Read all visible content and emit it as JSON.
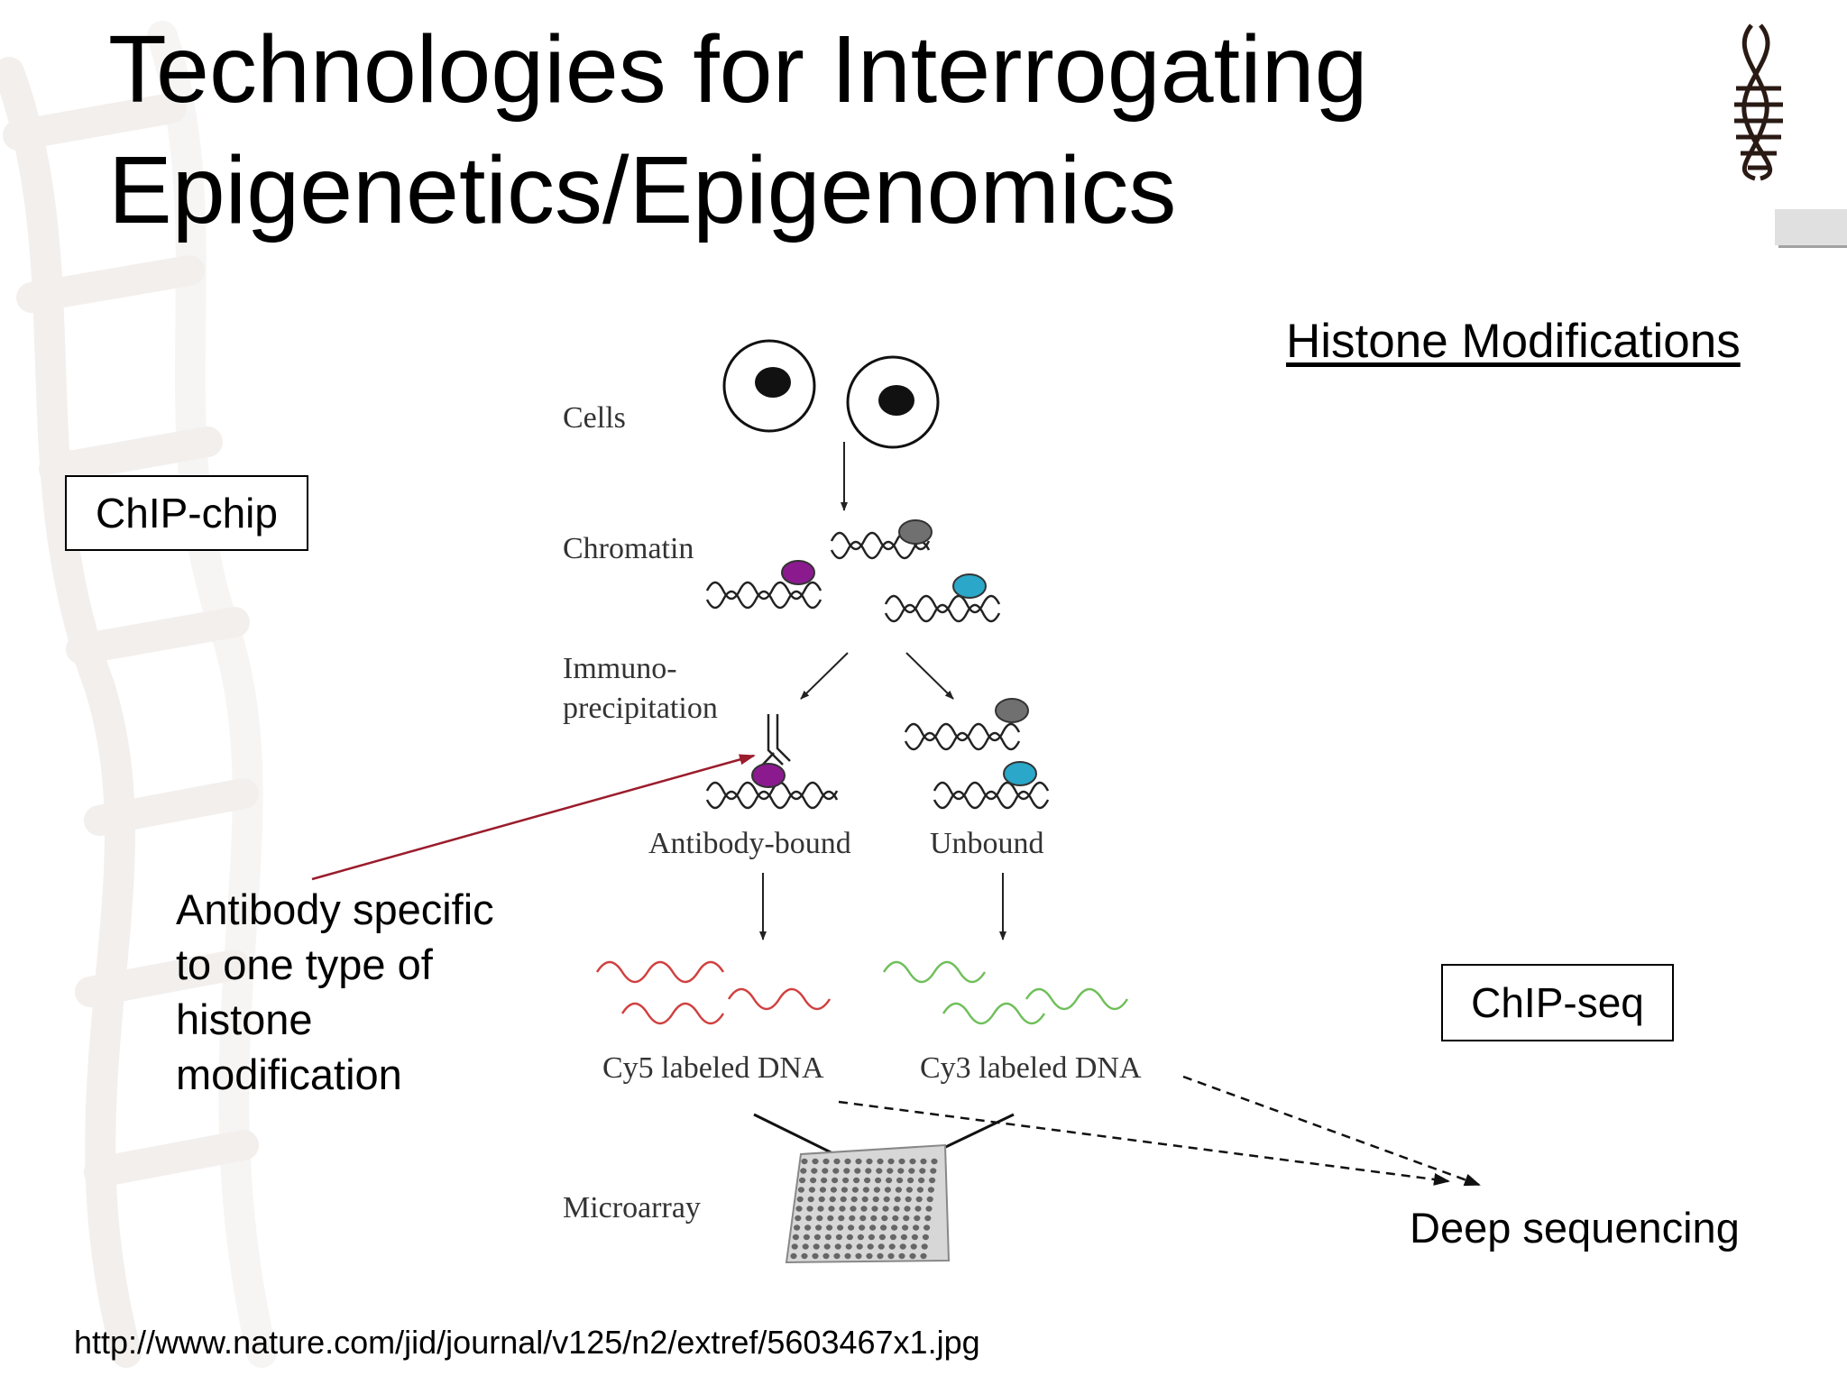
{
  "slide": {
    "title_line1": "Technologies for Interrogating",
    "title_line2": "Epigenetics/Epigenomics",
    "heading": "Histone Modifications",
    "url": "http://www.nature.com/jid/journal/v125/n2/extref/5603467x1.jpg"
  },
  "boxes": {
    "chip_chip": "ChIP-chip",
    "chip_seq": "ChIP-seq"
  },
  "annotation": {
    "line1": "Antibody specific",
    "line2": "to one type of",
    "line3": "histone",
    "line4": "modification"
  },
  "diagram": {
    "cells": "Cells",
    "chromatin": "Chromatin",
    "immuno_line1": "Immuno-",
    "immuno_line2": "precipitation",
    "antibody_bound": "Antibody-bound",
    "unbound": "Unbound",
    "cy5": "Cy5 labeled DNA",
    "cy3": "Cy3 labeled DNA",
    "microarray": "Microarray",
    "deep_sequencing": "Deep sequencing"
  },
  "colors": {
    "purple_mark": "#8b1a8f",
    "grey_mark": "#707070",
    "cyan_mark": "#2aa7c9",
    "cy5_red": "#d04040",
    "cy3_green": "#6fbf5a",
    "arrow_red": "#9b1c2c"
  }
}
